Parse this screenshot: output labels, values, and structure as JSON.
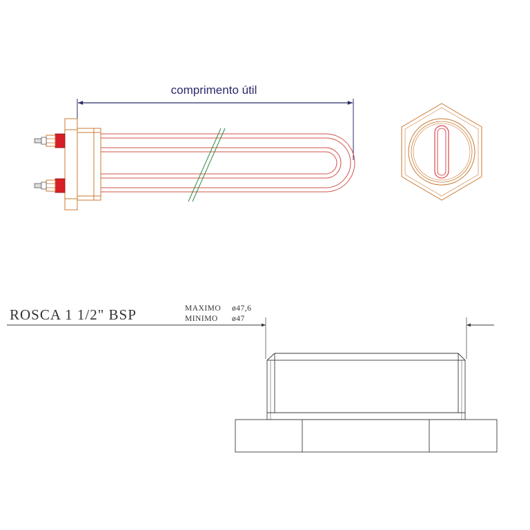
{
  "colors": {
    "dimension": "#2b2a6b",
    "body": "#c8782e",
    "tube": "#d2504a",
    "terminal": "#d61f26",
    "hatch": "#2e8a3e",
    "line": "#3a3a3a"
  },
  "top_view": {
    "dimension_label": "comprimento útil"
  },
  "thread_spec": {
    "main": "ROSCA 1 1/2\" BSP",
    "max_label": "MAXIMO",
    "max_value": "ø47,6",
    "min_label": "MINIMO",
    "min_value": "ø47"
  }
}
